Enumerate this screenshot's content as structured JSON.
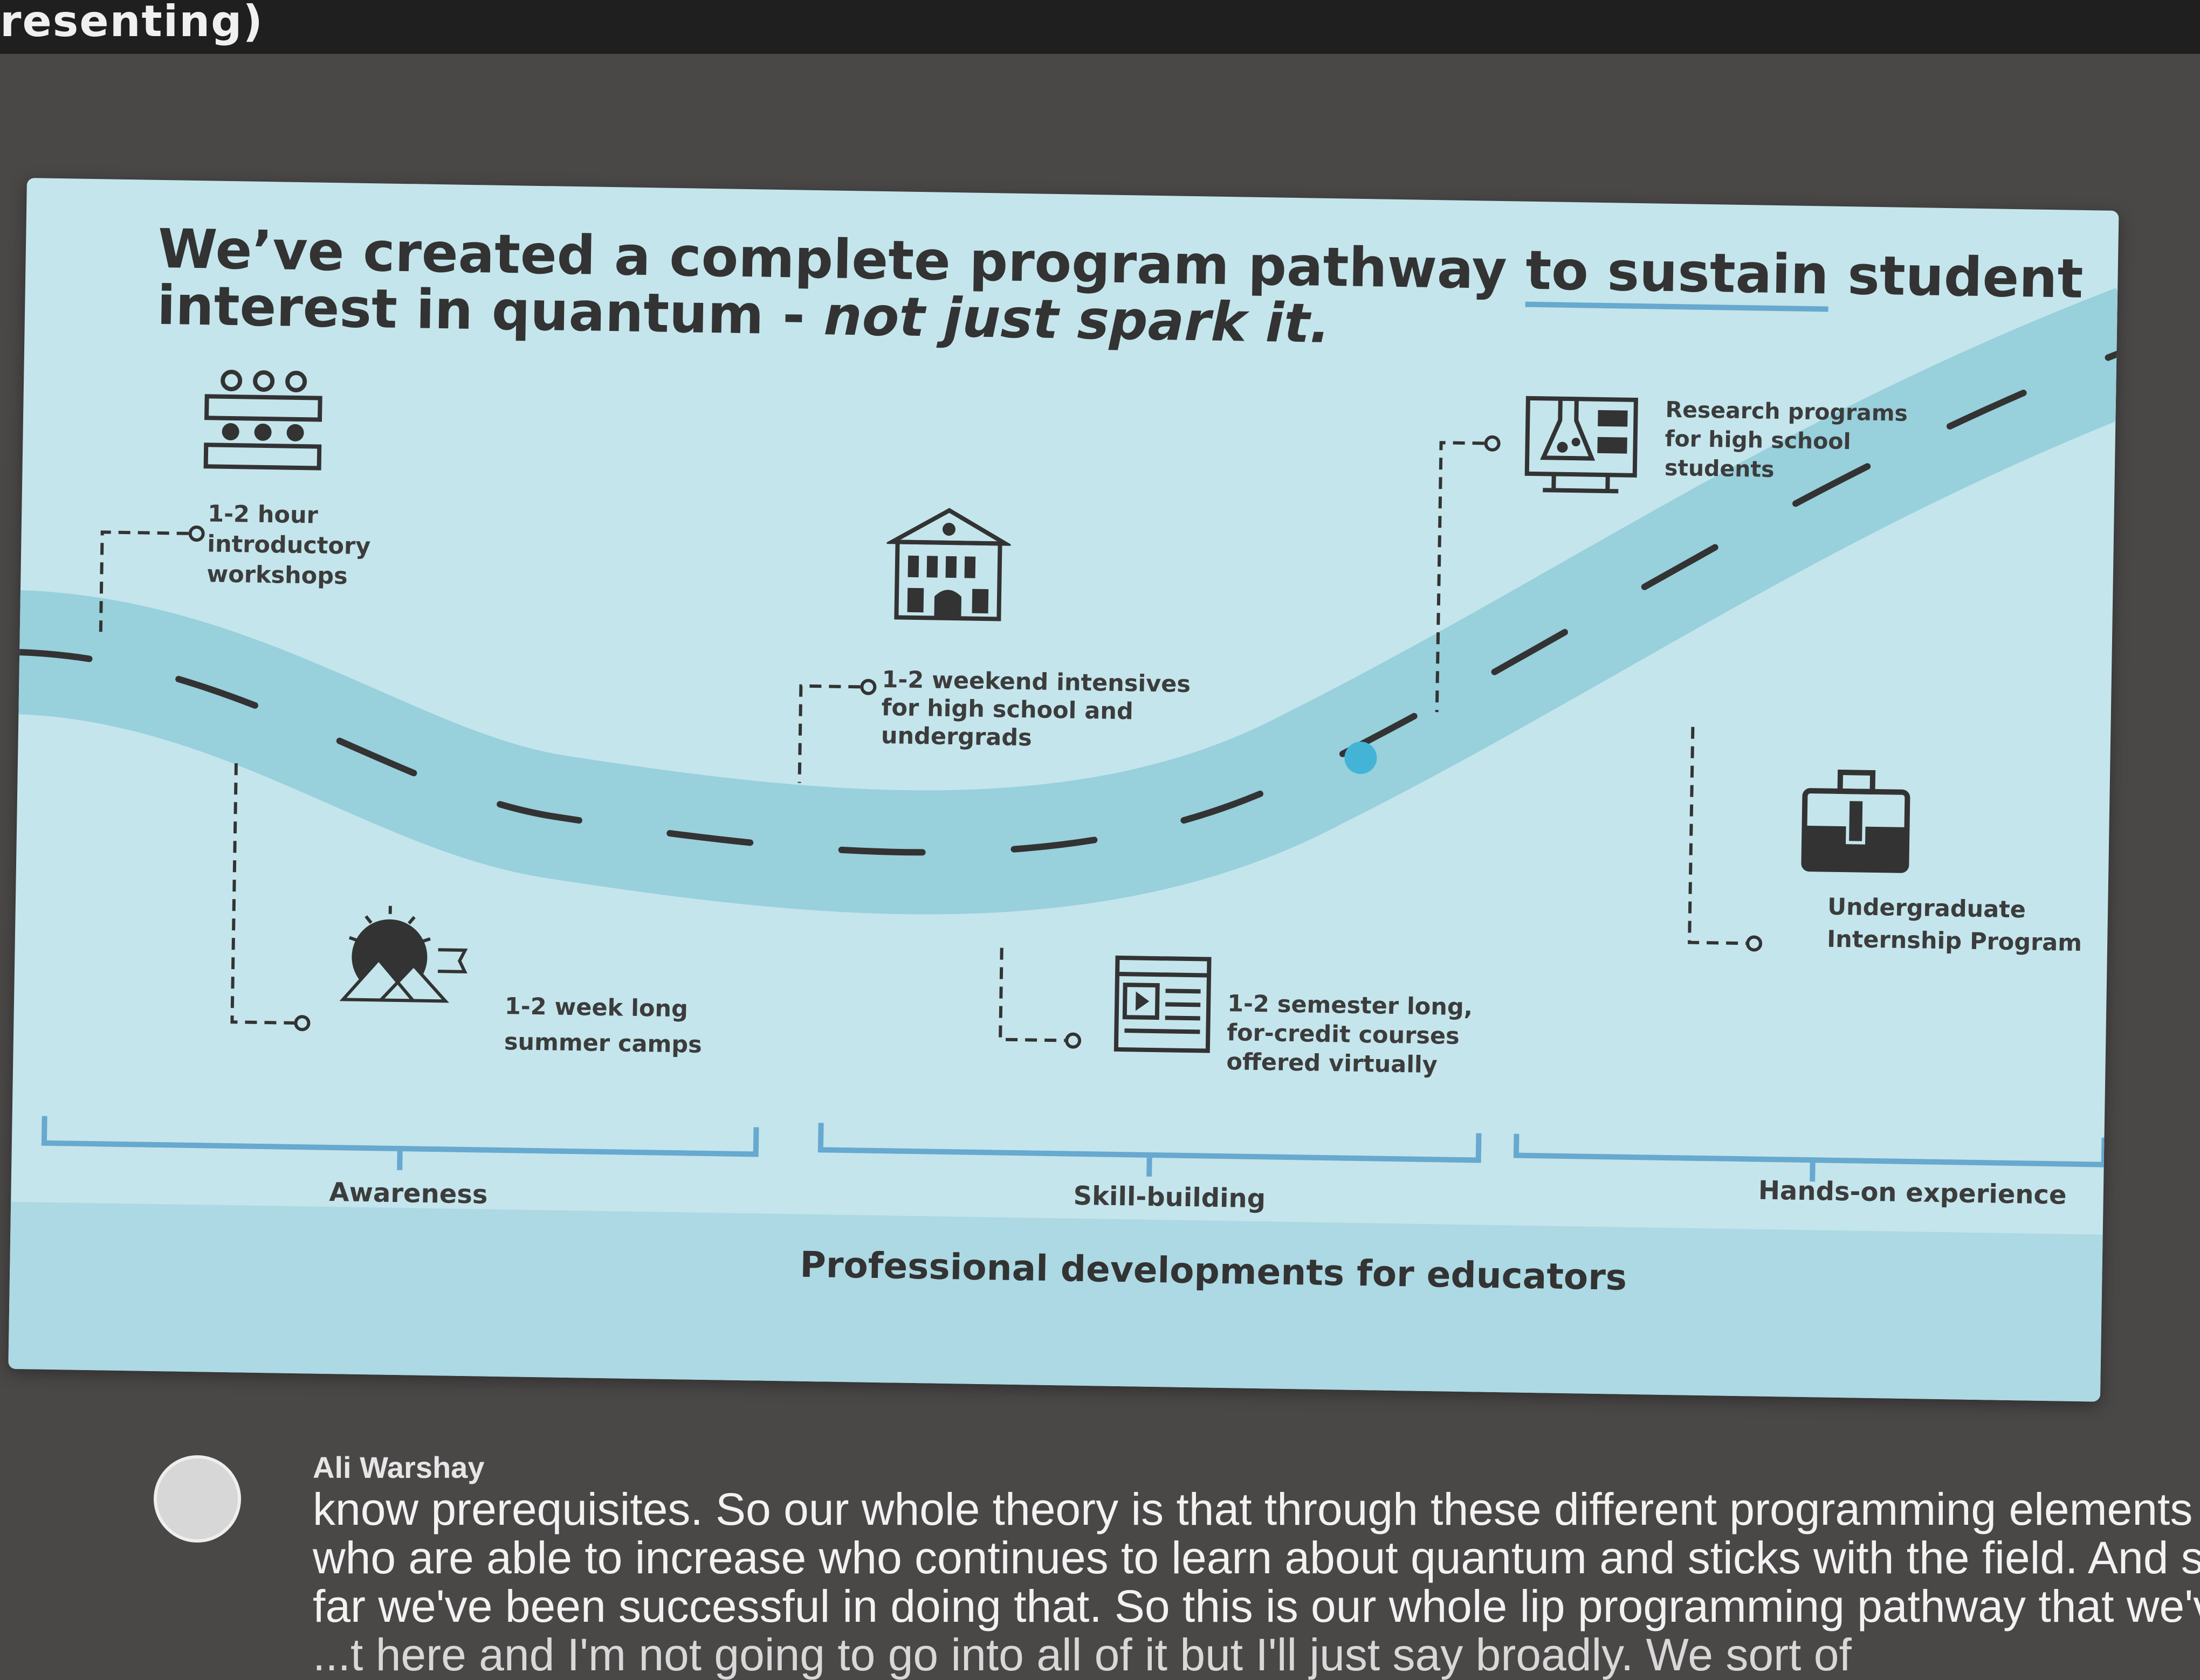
{
  "header": {
    "status_text": "resenting)"
  },
  "slide": {
    "title_part1": "We’ve created a complete program pathway ",
    "title_underlined": "to sustain",
    "title_part2": " student interest in quantum - ",
    "title_italic": "not just spark it.",
    "items": {
      "workshops": [
        "1-2 hour",
        "introductory",
        "workshops"
      ],
      "camps": [
        "1-2 week long",
        "summer camps"
      ],
      "intensives": [
        "1-2 weekend intensives",
        "for high school and",
        "undergrads"
      ],
      "courses": [
        "1-2 semester long,",
        "for-credit courses",
        "offered virtually"
      ],
      "research": [
        "Research programs",
        "for high school",
        "students"
      ],
      "internship": [
        "Undergraduate",
        "Internship Program"
      ]
    },
    "stages": {
      "awareness": "Awareness",
      "skill": "Skill-building",
      "hands_on": "Hands-on experience"
    },
    "pd_label": "Professional developments for educators",
    "colors": {
      "background": "#c4e5ec",
      "road": "#98d0dc",
      "accent": "#67a9cf",
      "dot": "#44b4d6"
    }
  },
  "chat": {
    "speaker": "Ali Warshay",
    "lines": [
      "know prerequisites. So our whole theory is that through these different programming elements",
      "who are able to increase who continues to learn about quantum and sticks with the field. And so",
      "far we've been successful in doing that. So this is our whole lip programming pathway that we've",
      "...t here and I'm not going to go into all of it but I'll just say broadly. We sort of"
    ]
  }
}
